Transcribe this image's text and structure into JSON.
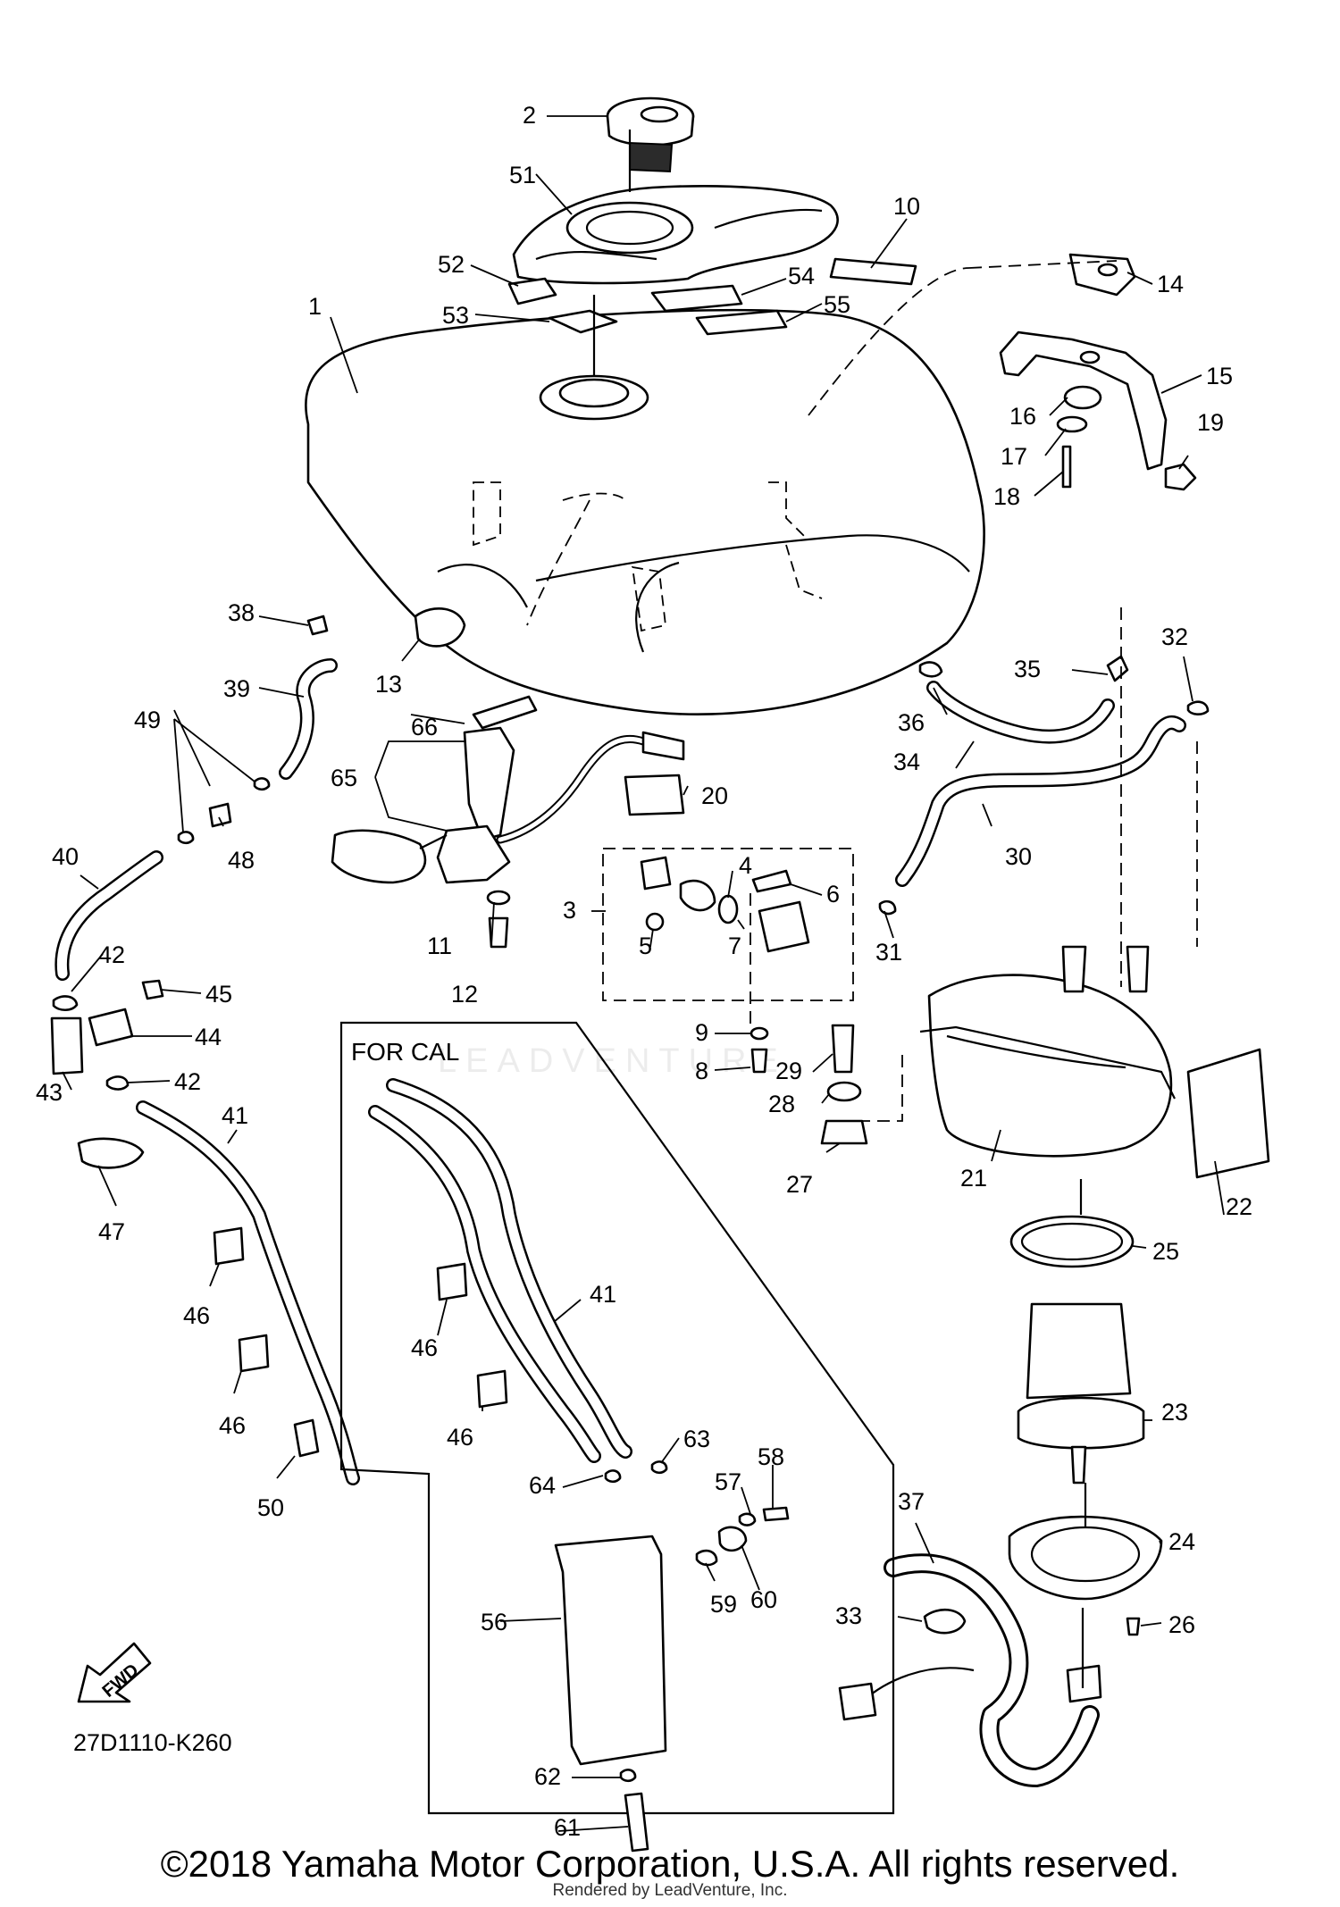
{
  "diagram_code": "27D1110-K260",
  "section_label": "FOR CAL",
  "fwd_label": "FWD",
  "copyright": "©2018 Yamaha Motor Corporation, U.S.A. All rights reserved.",
  "rendered_by": "Rendered by LeadVenture, Inc.",
  "watermark": "LEADVENTURE",
  "callouts": {
    "c1": "1",
    "c2": "2",
    "c3": "3",
    "c4": "4",
    "c5": "5",
    "c6": "6",
    "c7": "7",
    "c8": "8",
    "c9": "9",
    "c10": "10",
    "c11": "11",
    "c12": "12",
    "c13": "13",
    "c14": "14",
    "c15": "15",
    "c16": "16",
    "c17": "17",
    "c18": "18",
    "c19": "19",
    "c20": "20",
    "c21": "21",
    "c22": "22",
    "c23": "23",
    "c24": "24",
    "c25": "25",
    "c26": "26",
    "c27": "27",
    "c28": "28",
    "c29": "29",
    "c30": "30",
    "c31": "31",
    "c32": "32",
    "c33": "33",
    "c34": "34",
    "c35": "35",
    "c36": "36",
    "c37": "37",
    "c38": "38",
    "c39": "39",
    "c40": "40",
    "c41": "41",
    "c42": "42",
    "c43": "43",
    "c44": "44",
    "c45": "45",
    "c46": "46",
    "c47": "47",
    "c48": "48",
    "c49": "49",
    "c50": "50",
    "c51": "51",
    "c52": "52",
    "c53": "53",
    "c54": "54",
    "c55": "55",
    "c56": "56",
    "c57": "57",
    "c58": "58",
    "c59": "59",
    "c60": "60",
    "c61": "61",
    "c62": "62",
    "c63": "63",
    "c64": "64",
    "c65": "65",
    "c66": "66"
  }
}
